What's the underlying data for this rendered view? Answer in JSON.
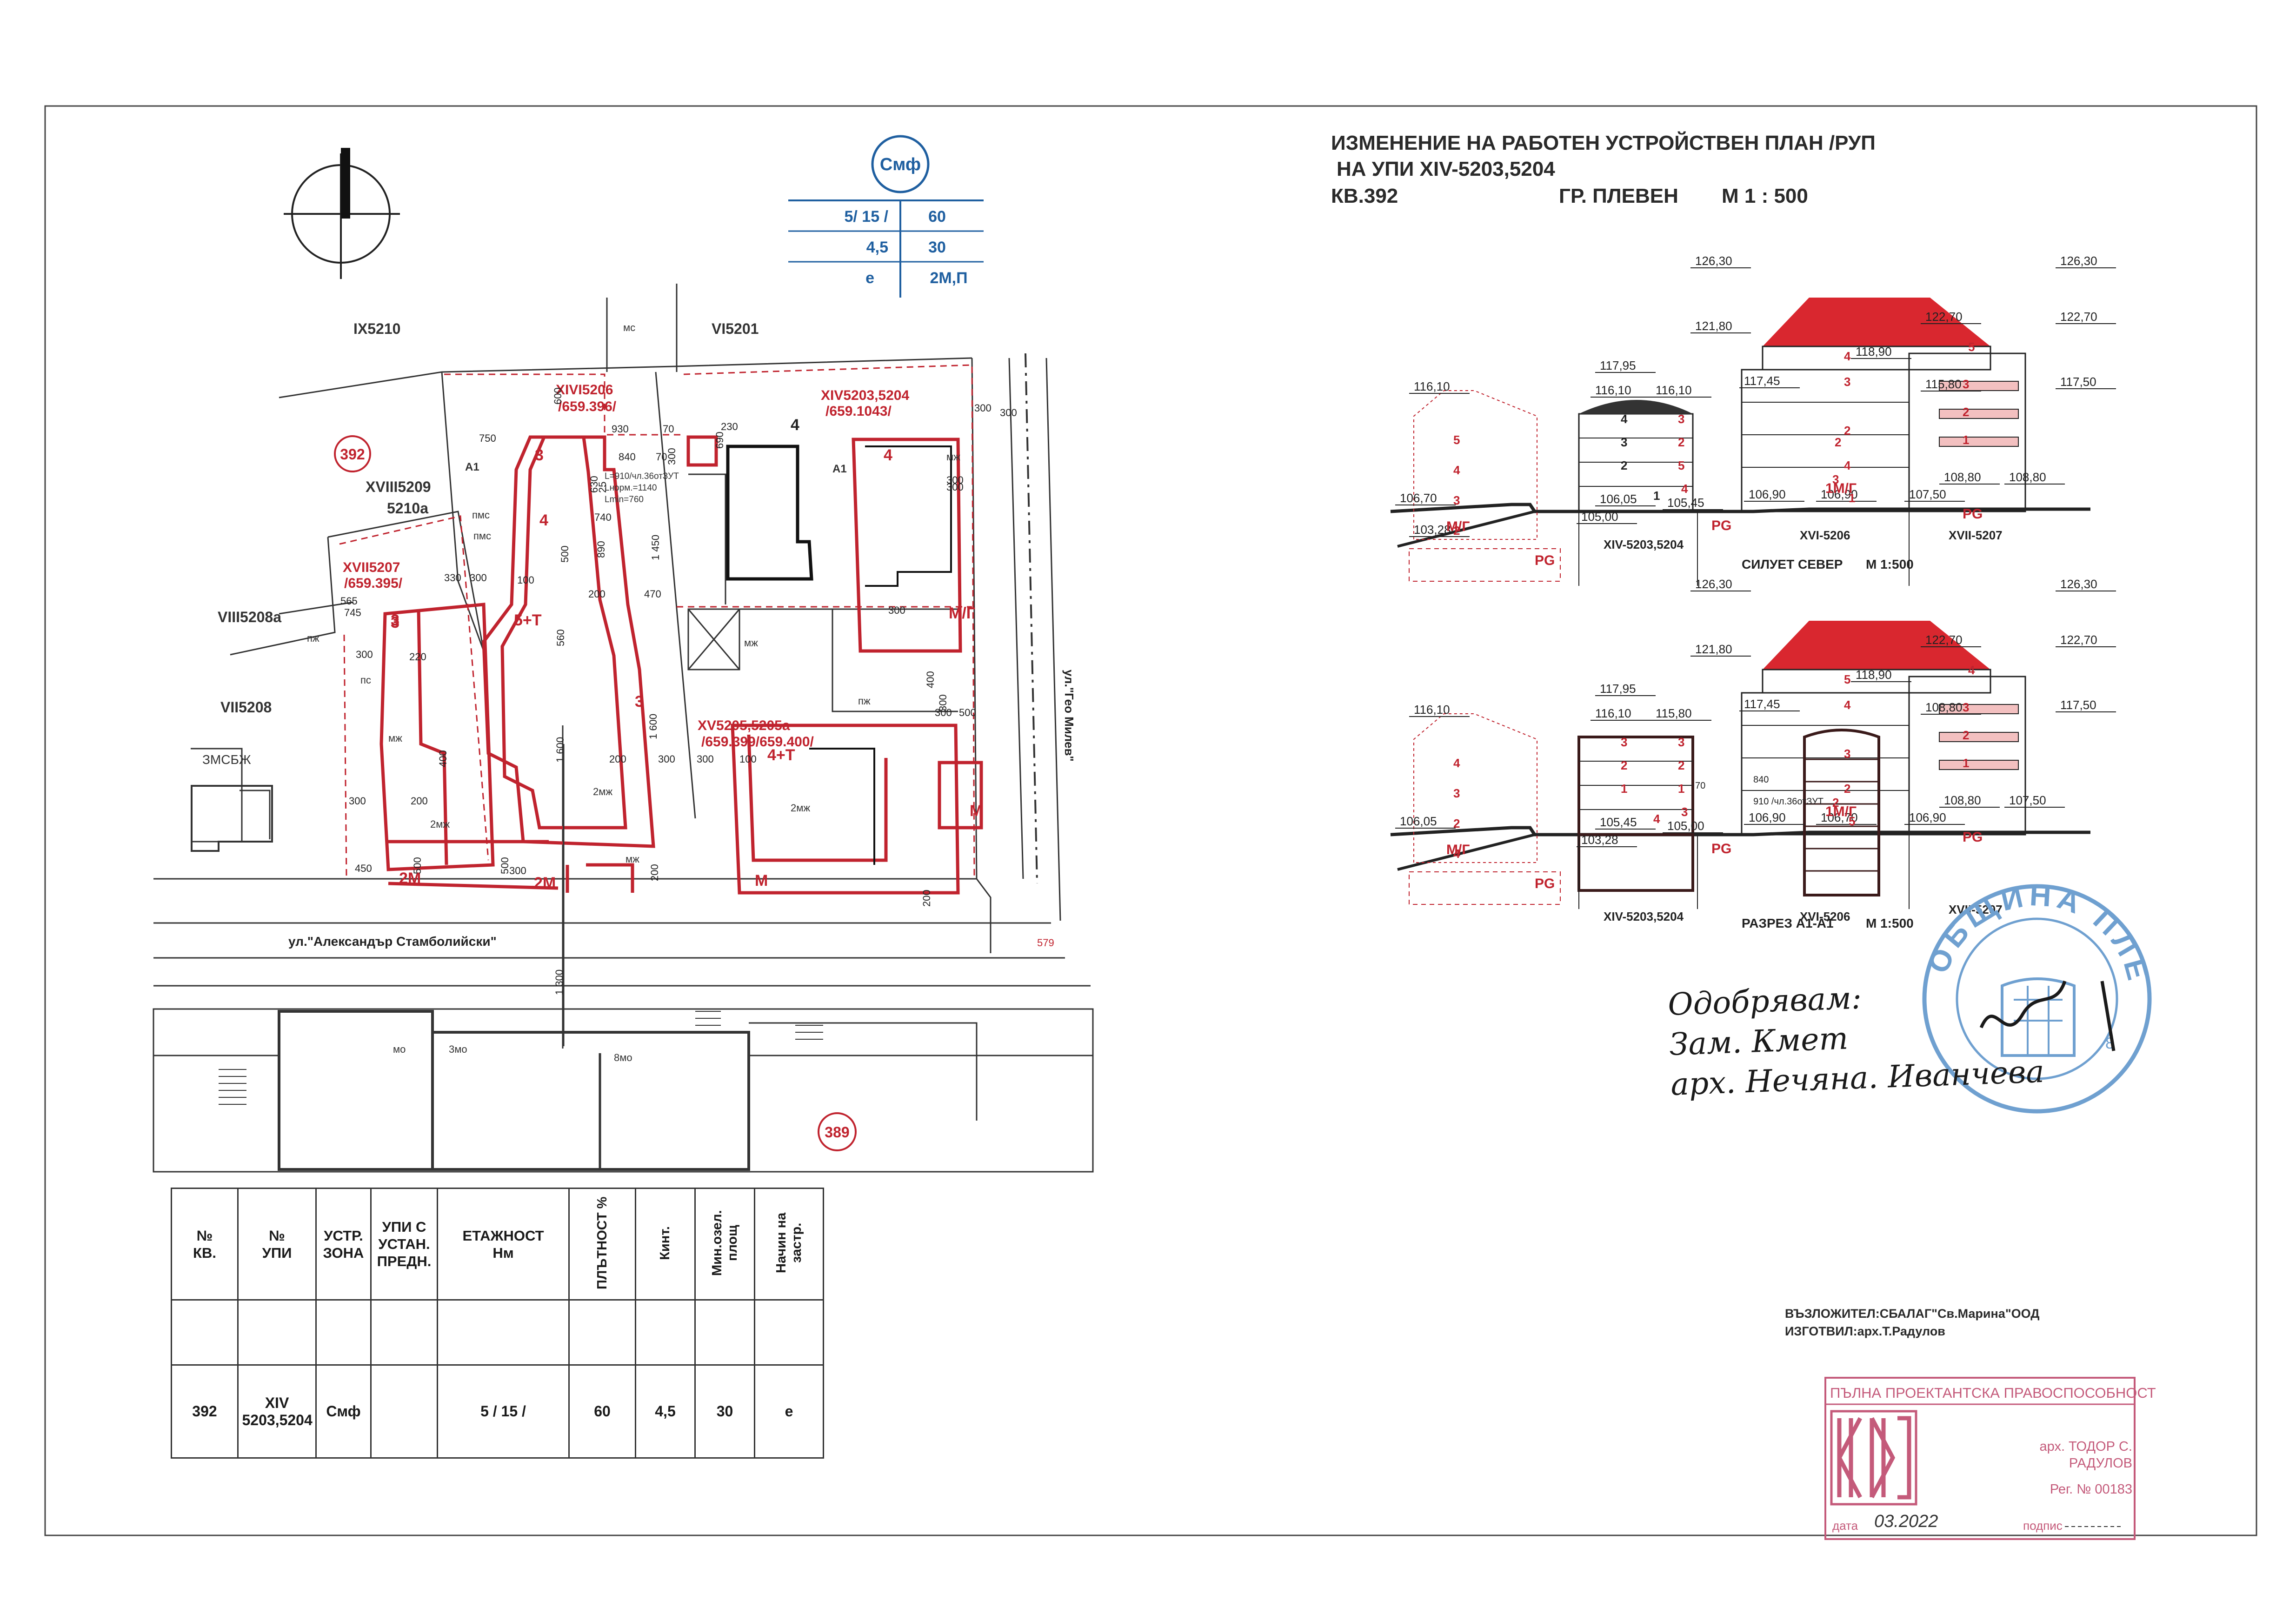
{
  "title": {
    "line1": "ИЗМЕНЕНИЕ НА РАБОТЕН УСТРОЙСТВЕН ПЛАН /РУП",
    "line2": "НА УПИ XIV-5203,5204",
    "block": "КВ.392",
    "city": "ГР. ПЛЕВЕН",
    "scale": "М 1 : 500"
  },
  "zone_legend": {
    "zone": "Смф",
    "rows": [
      [
        "5/ 15 /",
        "60"
      ],
      [
        "4,5",
        "30"
      ],
      [
        "е",
        "2М,П"
      ]
    ]
  },
  "plan_labels": [
    "IX5210",
    "VI5201",
    "XIVI5206",
    "/659.396/",
    "XIV5203,5204",
    "/659.1043/",
    "XVIII5209",
    "5210а",
    "XVII5207",
    "/659.395/",
    "VIII5208а",
    "VII5208",
    "ЗМСБЖ",
    "XV5205,5205а",
    "/659.399/659.400/",
    "392",
    "389",
    "ул.\"Александър Стамболийски\"",
    "ул.\"Гео Милев\"",
    "мс",
    "пмс",
    "пж",
    "пс",
    "мж",
    "2мж",
    "мо",
    "3мо",
    "8мо",
    "579",
    "А1",
    "А1",
    "L=910/чл.36отЗУТ",
    "Lнорм.=1140",
    "Lmin=760"
  ],
  "plan_floor_labels": [
    "3",
    "4",
    "5+Т",
    "3",
    "2М",
    "2М",
    "4",
    "М/Г",
    "4+Т",
    "М",
    "М",
    "3",
    "4"
  ],
  "plan_dimensions": [
    "600",
    "750",
    "930",
    "70",
    "230",
    "690",
    "840",
    "70",
    "300",
    "740",
    "630",
    "25",
    "890",
    "1 450",
    "500",
    "330",
    "300",
    "100",
    "200",
    "470",
    "565",
    "745",
    "300",
    "220",
    "560",
    "1 600",
    "1 600",
    "200",
    "300",
    "300",
    "100",
    "400",
    "200",
    "300",
    "500",
    "450",
    "500",
    "300",
    "200",
    "300",
    "300",
    "500",
    "200",
    "300",
    "400",
    "300",
    "300",
    "300",
    "1 300",
    "300"
  ],
  "sections": [
    {
      "name": "СИЛУЕТ СЕВЕР",
      "scale": "М 1:500",
      "elevations": [
        "126,30",
        "126,30",
        "122,70",
        "122,70",
        "121,80",
        "118,90",
        "117,95",
        "117,45",
        "117,50",
        "116,10",
        "116,10",
        "116,10",
        "115,80",
        "108,80",
        "108,80",
        "107,50",
        "106,90",
        "106,90",
        "106,70",
        "106,05",
        "105,45",
        "105,00",
        "103,28"
      ],
      "floors": [
        "5",
        "4",
        "3",
        "2",
        "4",
        "3",
        "2",
        "1",
        "3",
        "2",
        "5",
        "4",
        "3",
        "2",
        "4",
        "3",
        "2",
        "1",
        "1",
        "5",
        "4",
        "3",
        "2"
      ],
      "tags": [
        "PG",
        "PG",
        "PG",
        "М/Г",
        "1М/Г"
      ],
      "parcels": [
        "XIV-5203,5204",
        "XVI-5206",
        "XVII-5207"
      ]
    },
    {
      "name": "РАЗРЕЗ А1-А1",
      "scale": "М 1:500",
      "elevations": [
        "126,30",
        "126,30",
        "122,70",
        "122,70",
        "121,80",
        "118,90",
        "117,95",
        "117,45",
        "117,50",
        "116,10",
        "116,10",
        "115,80",
        "108,80",
        "108,80",
        "107,50",
        "106,90",
        "106,90",
        "106,70",
        "106,05",
        "105,45",
        "105,00",
        "103,28"
      ],
      "floors": [
        "4",
        "3",
        "2",
        "4",
        "3",
        "2",
        "1",
        "4",
        "3",
        "2",
        "1",
        "5",
        "4",
        "3",
        "2",
        "3",
        "2",
        "1",
        "5",
        "4",
        "3",
        "2"
      ],
      "tags": [
        "PG",
        "PG",
        "PG",
        "М/Г",
        "1М/Г"
      ],
      "parcels": [
        "XIV-5203,5204",
        "XVI-5206",
        "XVII-5207"
      ],
      "dims": [
        "840",
        "910 /чл.36отЗУТ",
        "70"
      ]
    }
  ],
  "table": {
    "headers": [
      "№ КВ.",
      "№ УПИ",
      "УСТР. ЗОНА",
      "УПИ С УСТАН. ПРЕДН.",
      "ЕТАЖНОСТ Нм",
      "ПЛЪТНОСТ %",
      "Кинт.",
      "Мин.озел. площ",
      "Начин на застр."
    ],
    "row": [
      "392",
      "XIV 5203,5204",
      "Смф",
      "",
      "5 / 15 /",
      "60",
      "4,5",
      "30",
      "е"
    ]
  },
  "client": "ВЪЗЛОЖИТЕЛ:СБАЛАГ\"Св.Марина\"ООД",
  "author": "ИЗГОТВИЛ:арх.Т.Радулов",
  "stamp_rect": {
    "title": "ПЪЛНА ПРОЕКТАНТСКА ПРАВОСПОСОБНОСТ",
    "name1": "арх. ТОДОР С.",
    "name2": "РАДУЛОВ",
    "reg": "Рег. № 00183",
    "date_label": "дата",
    "date": "03.2022",
    "sign_label": "подпис"
  },
  "stamp_round": {
    "text": "ОБЩИНА ПЛЕВЕН",
    "n": "8"
  },
  "approval": [
    "Одобрявам:",
    "Зам. Кмет",
    "арх. Нечяна. Иванчева"
  ],
  "colors": {
    "red": "#c0232e",
    "ink": "#333333",
    "blue": "#1f5fa0",
    "roof": "#d9272f",
    "stamp": "#6fa0d0",
    "stamp_rect": "#c45a7a"
  }
}
